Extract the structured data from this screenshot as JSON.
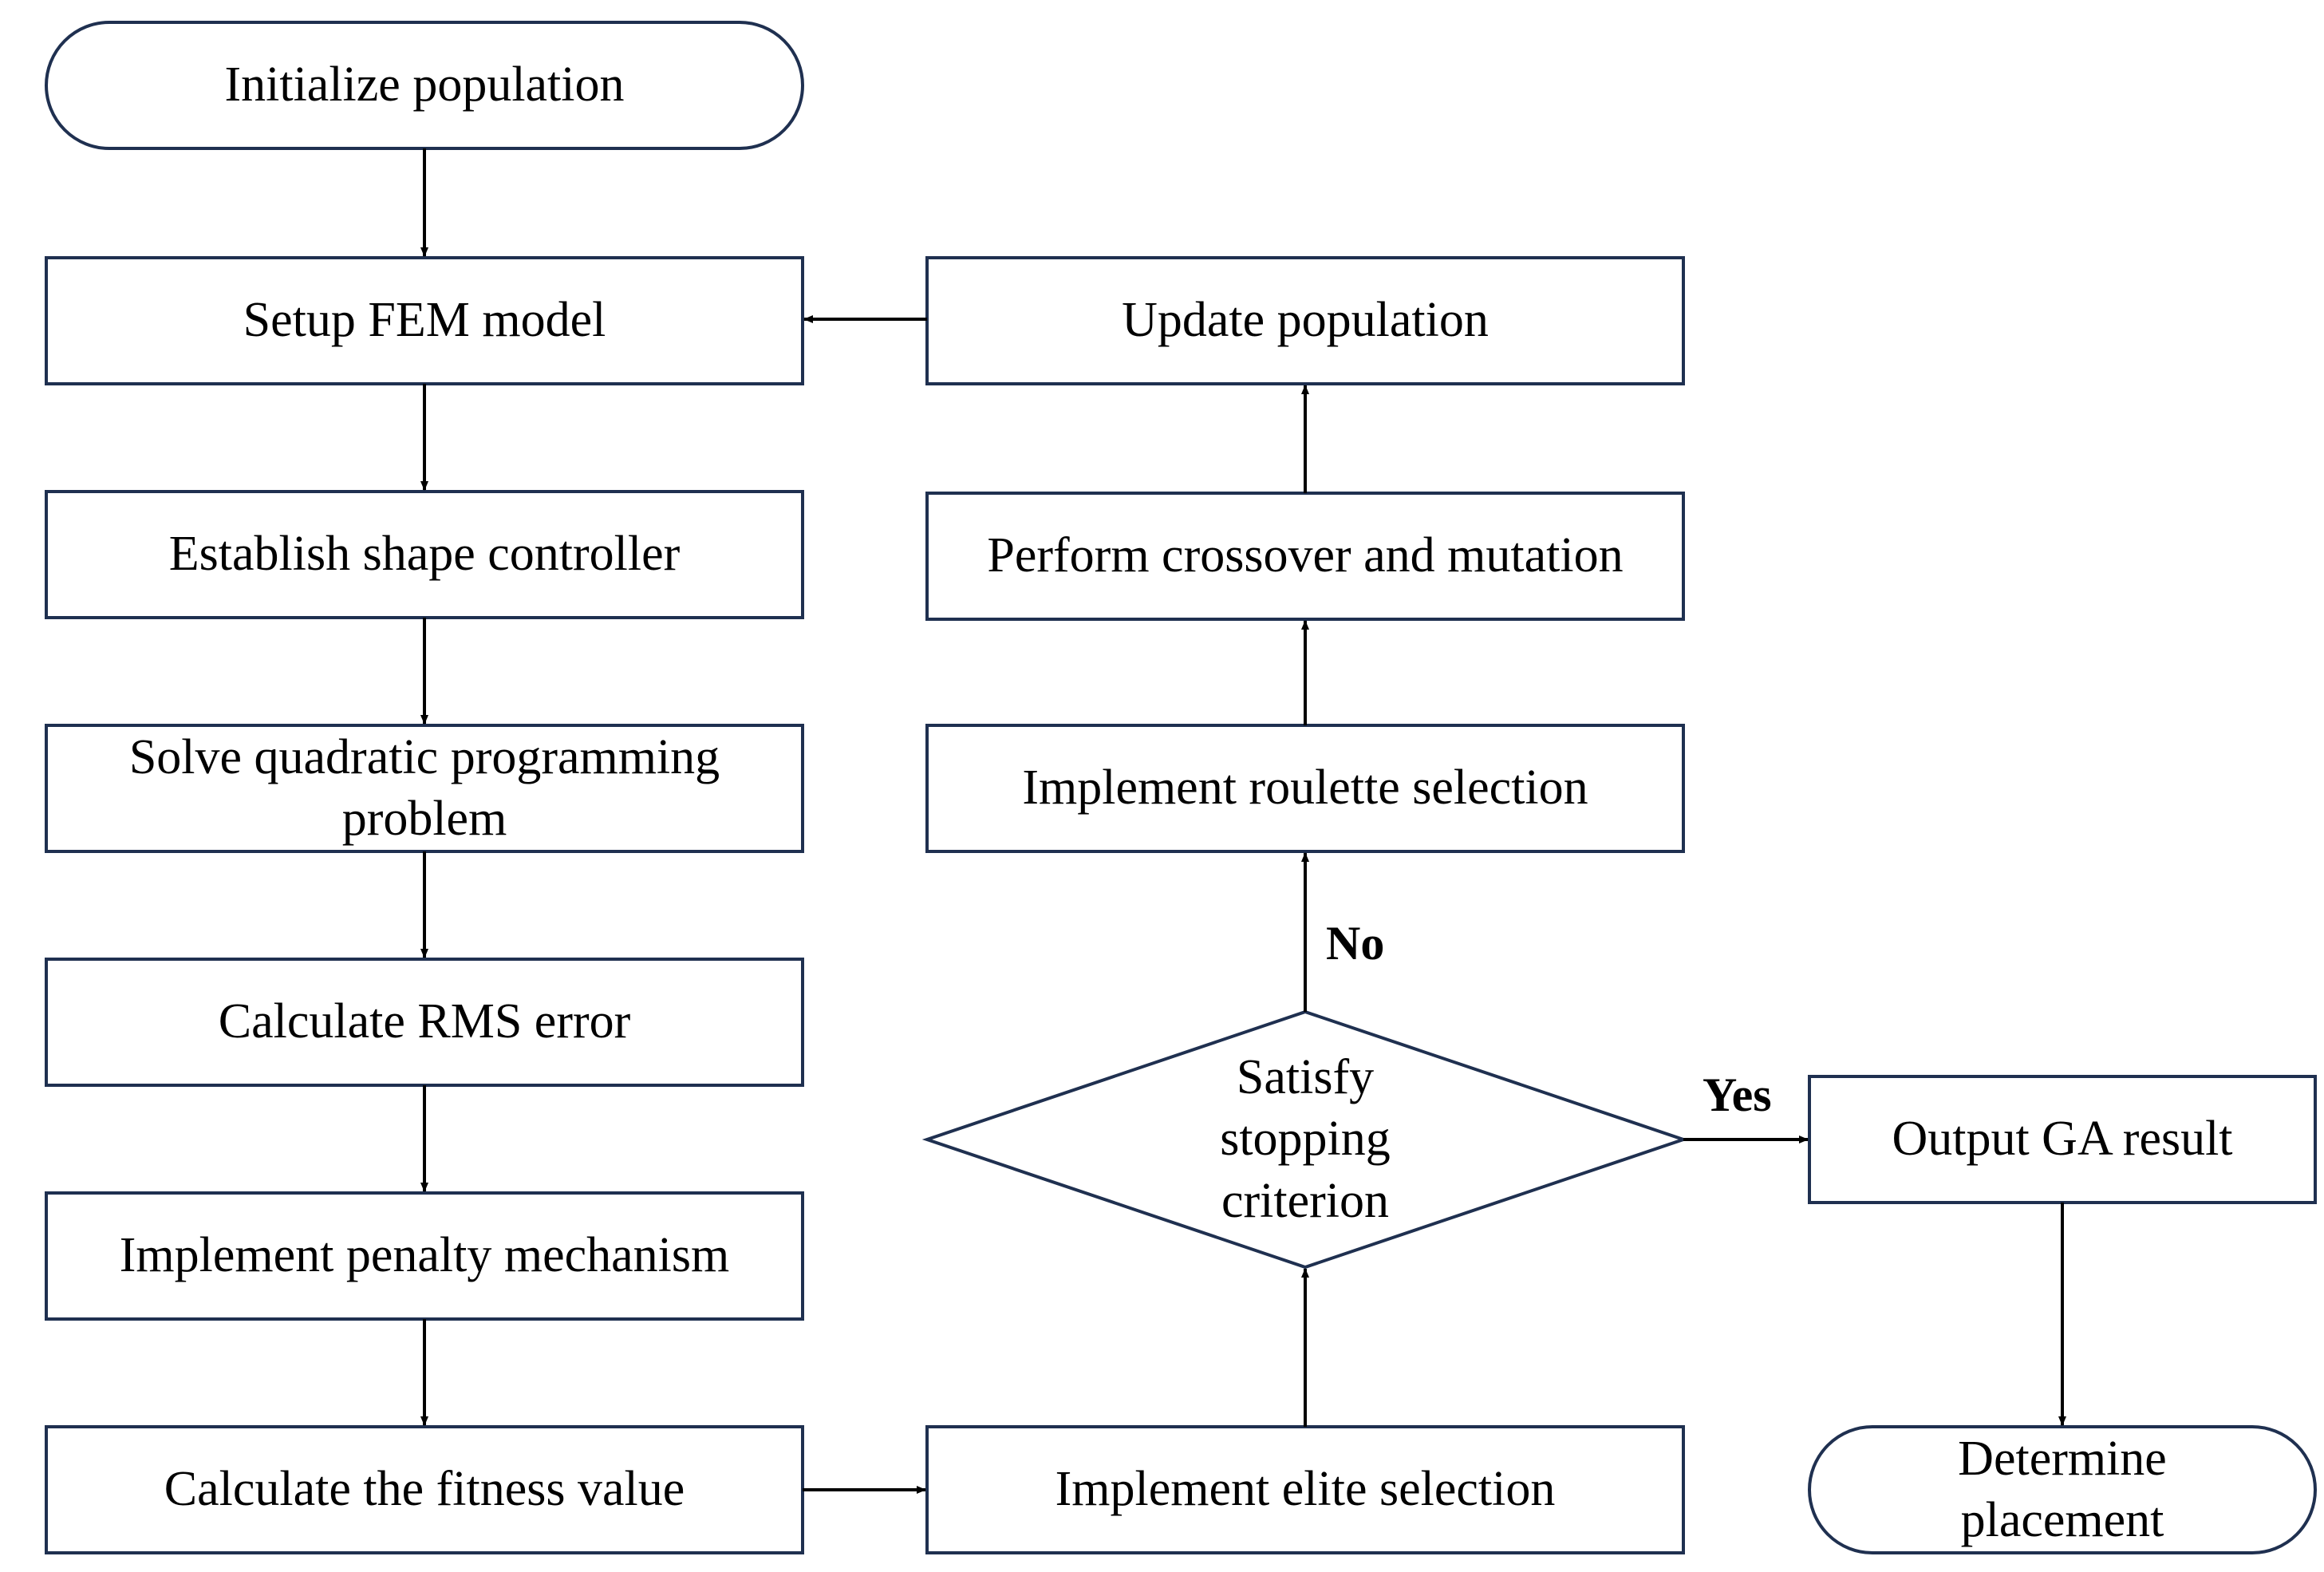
{
  "diagram": {
    "nodes": {
      "initialize": "Initialize population",
      "setup_fem": "Setup FEM model",
      "shape_controller": "Establish shape controller",
      "solve_qp_line1": "Solve quadratic programming",
      "solve_qp_line2": "problem",
      "rms_error": "Calculate RMS error",
      "penalty": "Implement penalty mechanism",
      "fitness": "Calculate the fitness value",
      "elite": "Implement elite selection",
      "decision_line1": "Satisfy",
      "decision_line2": "stopping",
      "decision_line3": "criterion",
      "roulette": "Implement roulette selection",
      "crossover": "Perform crossover and mutation",
      "update": "Update population",
      "output": "Output GA result",
      "determine_line1": "Determine",
      "determine_line2": "placement"
    },
    "branches": {
      "no": "No",
      "yes": "Yes"
    }
  }
}
